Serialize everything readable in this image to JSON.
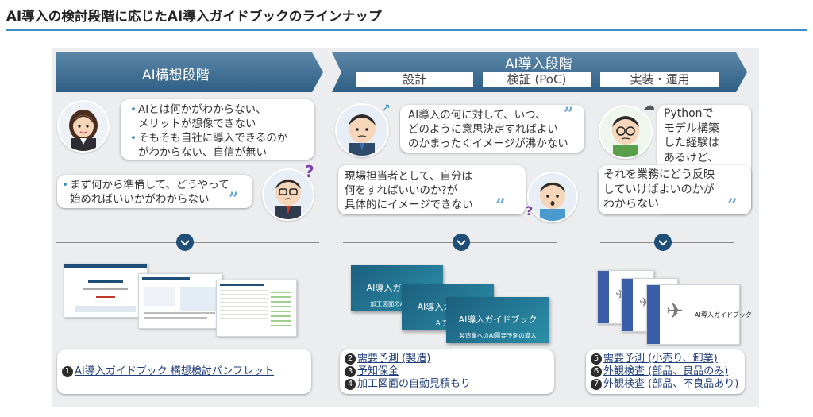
{
  "page_title": "AI導入の検討段階に応じたAI導入ガイドブックのラインナップ",
  "stages": {
    "concept": {
      "label": "AI構想段階"
    },
    "intro": {
      "label": "AI導入段階",
      "sub": [
        "設計",
        "検証 (PoC)",
        "実装・運用"
      ]
    }
  },
  "concerns": {
    "c1_line1": "AIとは何かがわからない、",
    "c1_line2": "メリットが想像できない",
    "c1_line3": "そもそも自社に導入できるのか",
    "c1_line4": "がわからない、自信が無い",
    "c2_line1": "まず何から準備して、どうやって",
    "c2_line2": "始めればいいかがわからない",
    "c3_line1": "AI導入の何に対して、いつ、",
    "c3_line2": "どのように意思決定すればよい",
    "c3_line3": "のかまったくイメージが沸かない",
    "c4_line1": "現場担当者として、自分は",
    "c4_line2": "何をすればいいのか?が",
    "c4_line3": "具体的にイメージできない",
    "c5_line1": "Pythonで",
    "c5_line2": "モデル構築",
    "c5_line3": "した経験は",
    "c5_line4": "あるけど、",
    "c5_line5": "それを業務にどう反映",
    "c5_line6": "していけばよいのかが",
    "c5_line7": "わからない"
  },
  "thumbs": {
    "tile1": "AI導入ガイドブ",
    "tile1_sub": "加工図面のAI自動見",
    "tile2": "AI導入ガイドブ",
    "tile2_sub": "AI予知保",
    "tile3": "AI導入ガイドブック",
    "tile3_sub": "製造業へのAI需要予測の導入",
    "book_title": "AI導入ガイドブック"
  },
  "links": {
    "col1": [
      {
        "num": "1",
        "text": "AI導入ガイドブック 構想検討パンフレット"
      }
    ],
    "col2": [
      {
        "num": "2",
        "text": "需要予測 (製造)"
      },
      {
        "num": "3",
        "text": "予知保全"
      },
      {
        "num": "4",
        "text": "加工図面の自動見積もり"
      }
    ],
    "col3": [
      {
        "num": "5",
        "text": "需要予測 (小売り、卸業)"
      },
      {
        "num": "6",
        "text": "外観検査 (部品、良品のみ)"
      },
      {
        "num": "7",
        "text": "外観検査 (部品、不良品あり)"
      }
    ]
  },
  "colors": {
    "banner": "#3a6a8f",
    "accent": "#3a8fc4",
    "chevron": "#1f4e79",
    "link": "#1f3d7a"
  }
}
